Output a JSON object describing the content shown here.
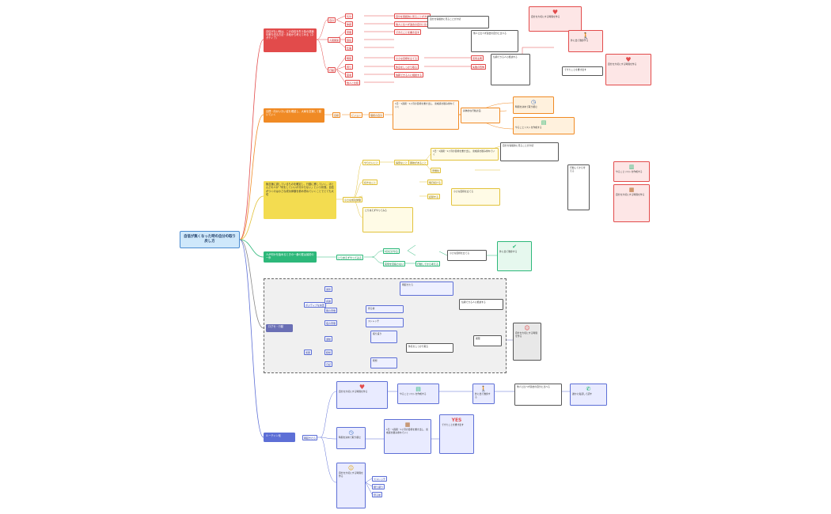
{
  "root": {
    "title": "自信が無くなった時の自分の取り戻し方"
  },
  "branches": {
    "b1": {
      "label": "自信がない時は、この自信を失う負の連鎖を断ち切る方法・手段から考えてみる（ネガティブ）"
    },
    "b2": {
      "label": "目標・向かいたい姿を確認し、大局を意識して動いていく"
    },
    "b3": {
      "label": "無意識に欲しているものを確定し、行動に移していく。ほとんどの人が「何をしていいか分からない」という状態。自信がつくのは小さな成功体験を積み重ねていくことでとても大切"
    },
    "b4": {
      "label": "人が何かを始めるときの一番の壁は最初の一歩"
    },
    "b5": {
      "label": "口グセ・行動"
    },
    "b6": {
      "label": "ルーティン化"
    }
  },
  "b1_tags": [
    "自分",
    "人間関係",
    "行動",
    "気分",
    "体調",
    "習慣",
    "環境",
    "仕事",
    "時間",
    "周り",
    "思考",
    "他人と比較",
    "完璧主義",
    "失敗の恐怖"
  ],
  "b1_notes": [
    "自分を客観的に見ることが大切",
    "他人と比べず過去の自分と比べる",
    "できたことを書き出す",
    "小さな目標を立てる",
    "休息をしっかり取る",
    "信頼できる人に相談する"
  ],
  "b2_items": [
    "目標",
    "ビジョン",
    "理想の自分",
    "期限",
    "具体的な行動計画"
  ],
  "b2_note": "1日・1週間・1ヶ月の目標を書き出し、達成感を積み重ねていく",
  "b3_items": [
    "小さな成功体験",
    "やりたいこと",
    "好きなこと",
    "得意なこと",
    "興味があること",
    "習慣化",
    "毎日続ける",
    "記録する"
  ],
  "b4_items": [
    "とりあえずやってみる",
    "5分だけやる",
    "完璧を目指さない",
    "行動してから考える"
  ],
  "b5_items": [
    "ポジティブな言葉",
    "笑顔",
    "姿勢",
    "感謝",
    "朝の習慣",
    "夜の習慣",
    "運動",
    "瞑想"
  ],
  "b6_items": [
    "朝起きたら",
    "寝る前",
    "日記",
    "ストレッチ",
    "振り返り"
  ],
  "cards": {
    "heart": "自分を大切にする時間を作る",
    "clock": "時間を決めて取り組む",
    "doc": "やることリストを作成する",
    "walk": "外に出て散歩する",
    "phone": "誰かに電話して話す",
    "yes": "YES"
  },
  "colors": {
    "red": "#e24b4b",
    "orange": "#f08a24",
    "yellow": "#f3dc50",
    "green": "#2db87a",
    "grey": "#9a9a9a",
    "blue": "#5d6fd6",
    "root_fill": "#cfe8fb"
  }
}
